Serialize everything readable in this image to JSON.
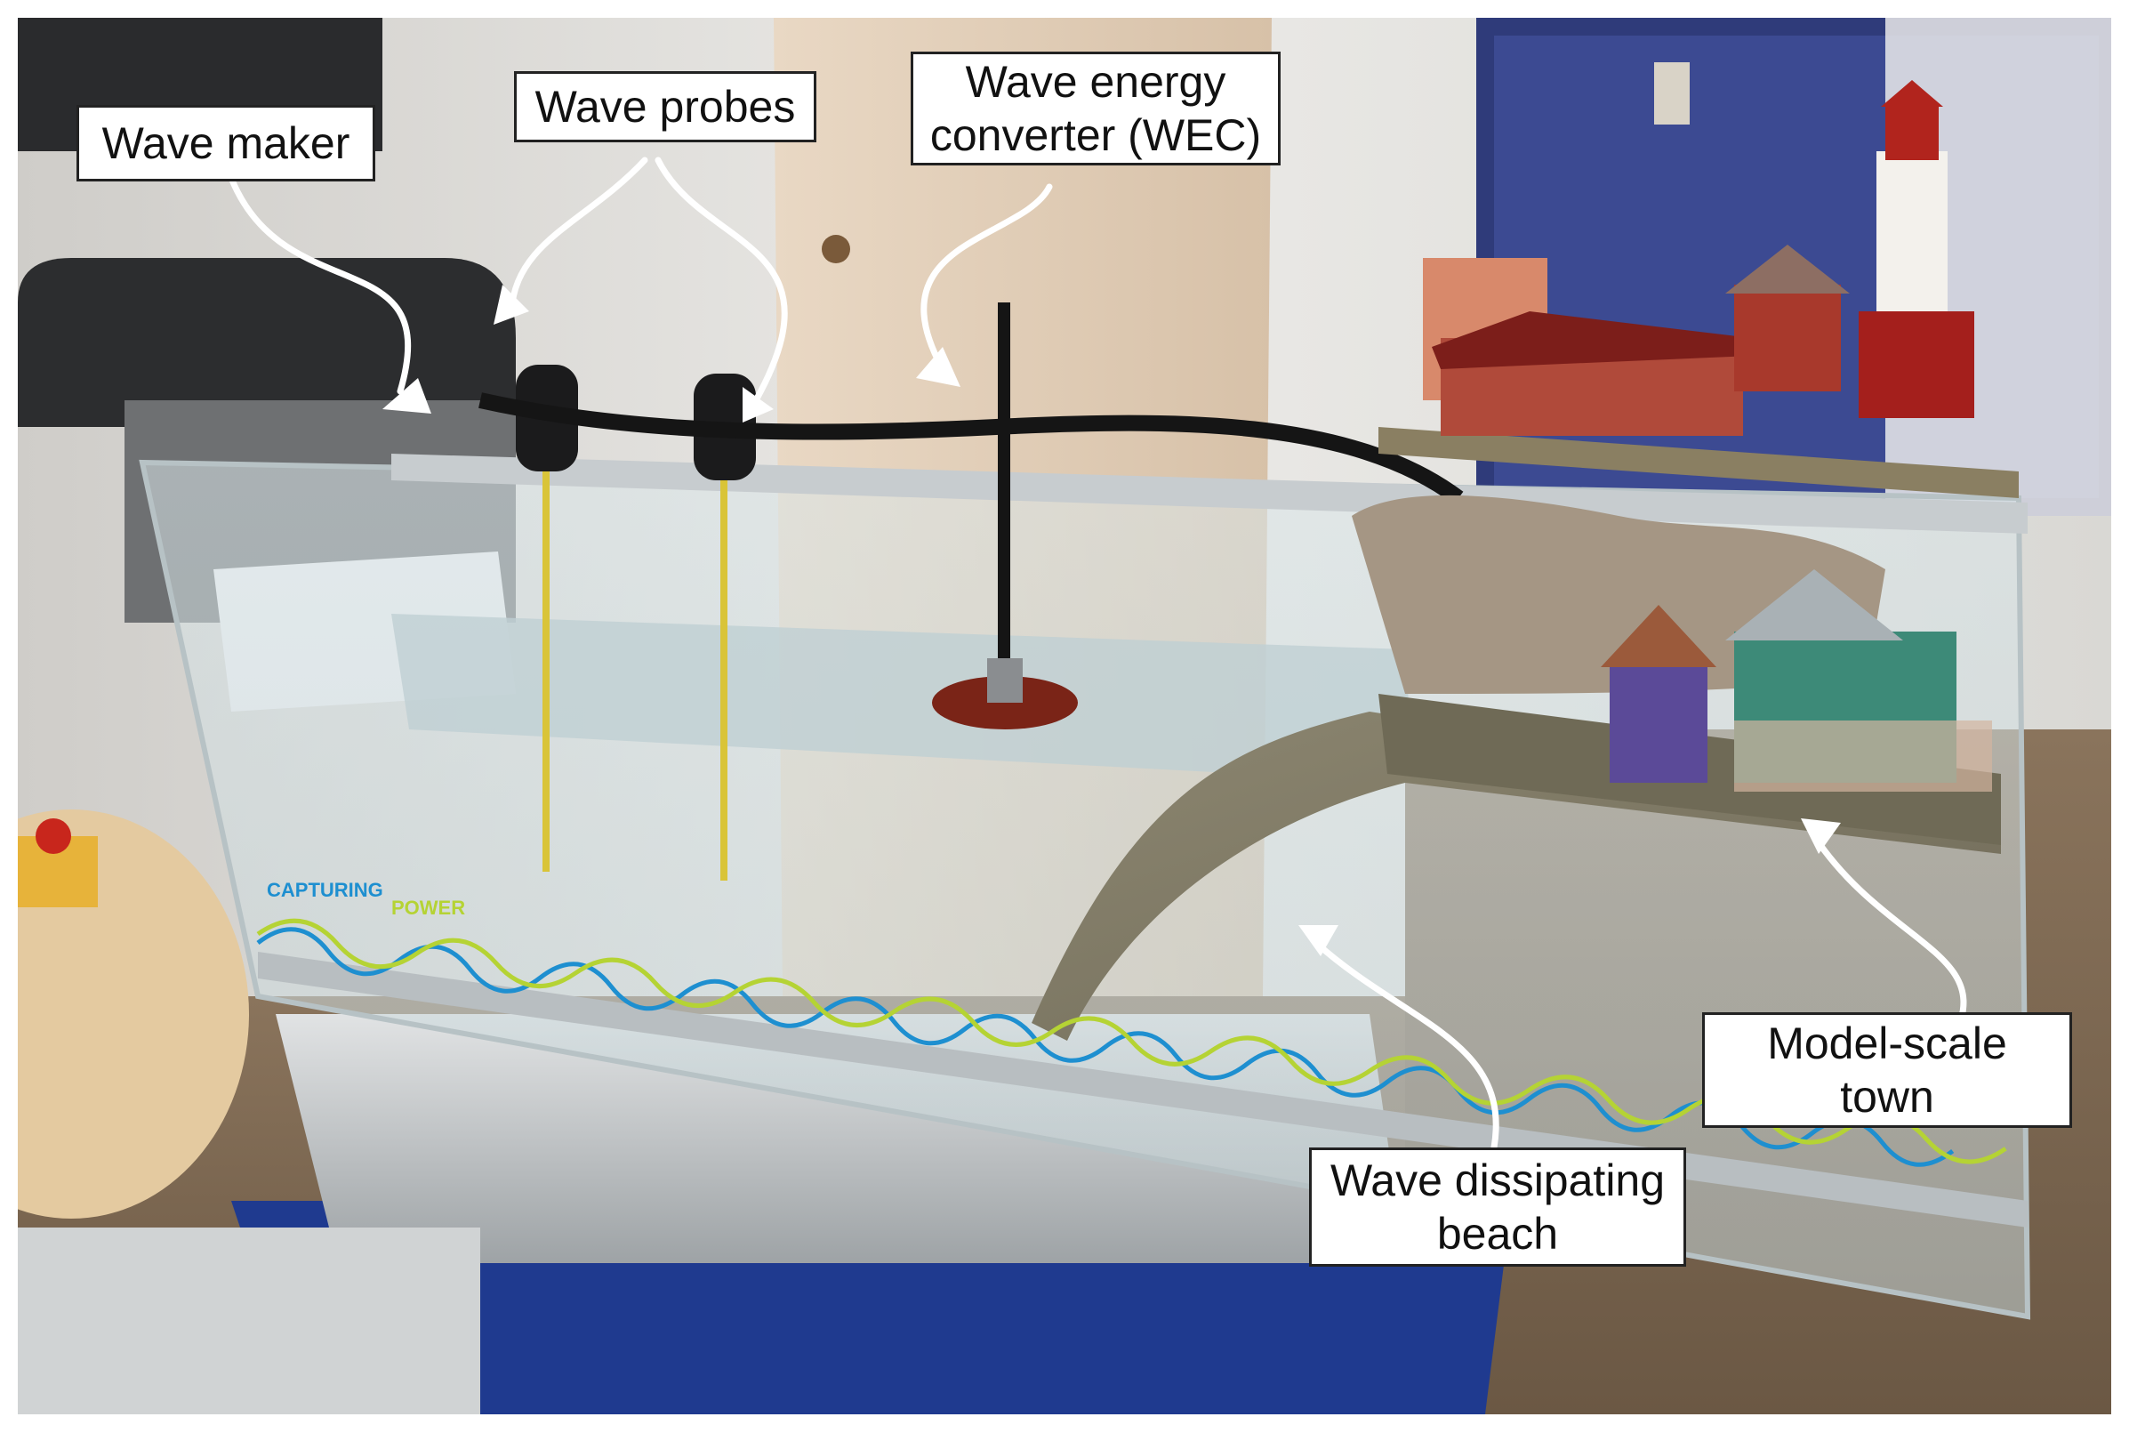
{
  "annotations": {
    "wave_maker": "Wave maker",
    "wave_probes": "Wave probes",
    "wec_line1": "Wave energy",
    "wec_line2": "converter (WEC)",
    "town_line1": "Model-scale",
    "town_line2": "town",
    "beach_line1": "Wave dissipating",
    "beach_line2": "beach"
  },
  "tank_print": {
    "word1": "CAPTURING",
    "word2": "POWER"
  },
  "colors": {
    "wave_blue": "#1e8fd0",
    "wave_green": "#b5d334",
    "floor": "#7a6650",
    "wall": "#e8e6e3"
  }
}
